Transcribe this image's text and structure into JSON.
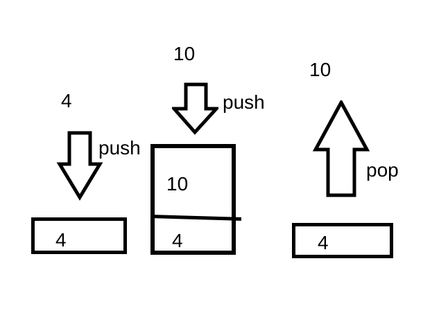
{
  "diagram": {
    "topic": "stack push/pop operations",
    "colors": {
      "ink": "#000000",
      "background": "#ffffff"
    },
    "stages": [
      {
        "name": "push-4",
        "value_label": "4",
        "op_label": "push",
        "arrow_direction": "down",
        "stack_items": [
          "4"
        ]
      },
      {
        "name": "push-10",
        "value_label": "10",
        "op_label": "push",
        "arrow_direction": "down",
        "stack_items": [
          "10",
          "4"
        ]
      },
      {
        "name": "pop-10",
        "value_label": "10",
        "op_label": "pop",
        "arrow_direction": "up",
        "stack_items": [
          "4"
        ]
      }
    ]
  }
}
